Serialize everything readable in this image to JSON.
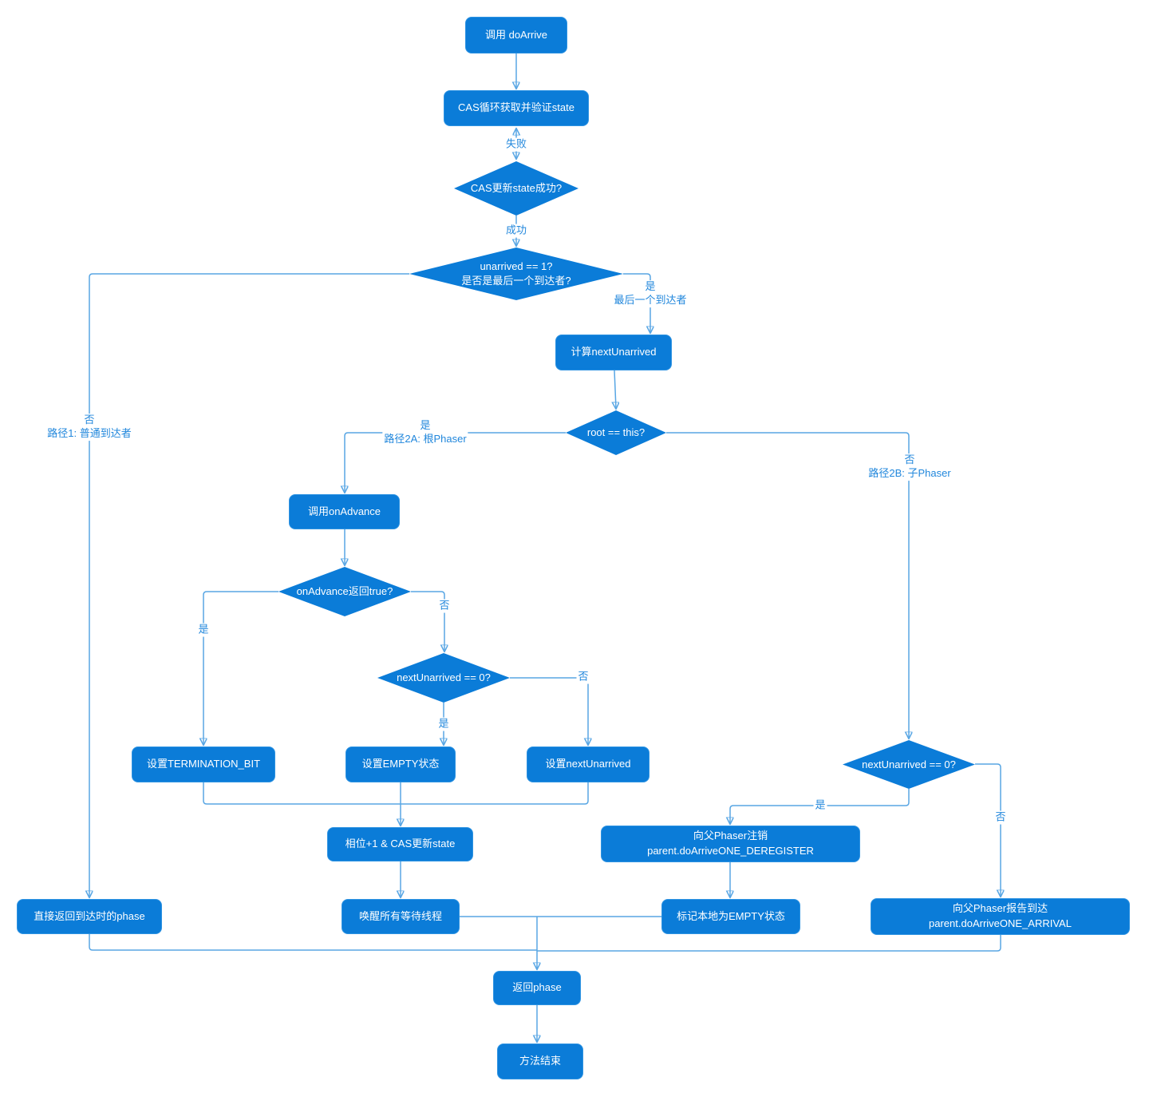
{
  "colors": {
    "node_fill": "#0b7cd8",
    "node_text": "#ffffff",
    "line": "#58a6e4",
    "arrowhead": "#1585e0",
    "edge_label_text": "#2187dc",
    "background": "#ffffff"
  },
  "nodes": {
    "start": {
      "label": "调用 doArrive"
    },
    "cas_loop": {
      "label": "CAS循环获取并验证state"
    },
    "cas_ok": {
      "label": "CAS更新state成功?"
    },
    "last_arrival": {
      "line1": "unarrived == 1?",
      "line2": "是否是最后一个到达者?"
    },
    "calc_next": {
      "label": "计算nextUnarrived"
    },
    "root_this": {
      "label": "root == this?"
    },
    "on_advance": {
      "label": "调用onAdvance"
    },
    "on_advance_true": {
      "label": "onAdvance返回true?"
    },
    "next_zero": {
      "label": "nextUnarrived == 0?"
    },
    "set_termination": {
      "label": "设置TERMINATION_BIT"
    },
    "set_empty": {
      "label": "设置EMPTY状态"
    },
    "set_next_unarrived": {
      "label": "设置nextUnarrived"
    },
    "phase_plus": {
      "label": "相位+1 & CAS更新state"
    },
    "next_zero_child": {
      "label": "nextUnarrived == 0?"
    },
    "deregister_parent": {
      "line1": "向父Phaser注销",
      "line2": "parent.doArriveONE_DEREGISTER"
    },
    "return_direct": {
      "label": "直接返回到达时的phase"
    },
    "wake_all": {
      "label": "唤醒所有等待线程"
    },
    "mark_empty": {
      "label": "标记本地为EMPTY状态"
    },
    "report_parent": {
      "line1": "向父Phaser报告到达",
      "line2": "parent.doArriveONE_ARRIVAL"
    },
    "return_phase": {
      "label": "返回phase"
    },
    "end": {
      "label": "方法结束"
    }
  },
  "edge_labels": {
    "fail": {
      "label": "失败"
    },
    "success": {
      "label": "成功"
    },
    "yes_last": {
      "line1": "是",
      "line2": "最后一个到达者"
    },
    "no_normal": {
      "line1": "否",
      "line2": "路径1: 普通到达者"
    },
    "yes_root": {
      "line1": "是",
      "line2": "路径2A: 根Phaser"
    },
    "no_child": {
      "line1": "否",
      "line2": "路径2B: 子Phaser"
    },
    "on_advance_yes": {
      "label": "是"
    },
    "on_advance_no": {
      "label": "否"
    },
    "next_zero_yes": {
      "label": "是"
    },
    "next_zero_no": {
      "label": "否"
    },
    "child_zero_yes": {
      "label": "是"
    },
    "child_zero_no": {
      "label": "否"
    }
  }
}
